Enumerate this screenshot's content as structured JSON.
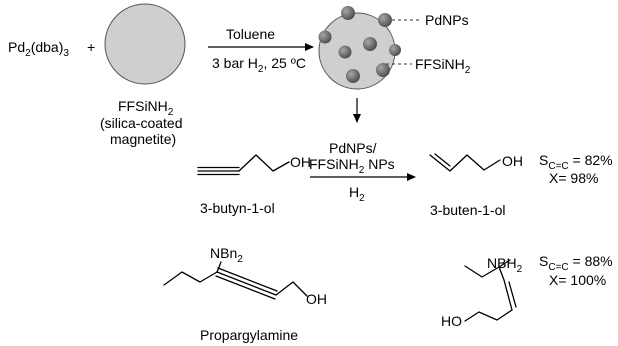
{
  "top_reaction": {
    "reagent_main": "Pd",
    "reagent_sub1": "2",
    "reagent_mid": "(dba)",
    "reagent_sub2": "3",
    "plus": "+",
    "support_line1_main": "FFSiNH",
    "support_line1_sub": "2",
    "support_line2": "(silica-coated",
    "support_line3": "magnetite)",
    "condition_solvent": "Toluene",
    "condition_gas_main": "3 bar H",
    "condition_gas_sub": "2",
    "condition_gas_tail": ", 25 ºC",
    "product_label_pdnps": "PdNPs",
    "product_label_ffsinh_main": "FFSiNH",
    "product_label_ffsinh_sub": "2"
  },
  "hydrogenation": {
    "catalyst_line1": "PdNPs/",
    "catalyst_line2_main": "FFSiNH",
    "catalyst_line2_sub": "2",
    "catalyst_line2_tail": " NPs",
    "gas_main": "H",
    "gas_sub": "2",
    "substrate_oh": "OH",
    "substrate_name": "3-butyn-1-ol",
    "product_oh": "OH",
    "product_name": "3-buten-1-ol",
    "selectivity_main": "S",
    "selectivity_sub": "C=C",
    "selectivity_value": " = 82%",
    "conversion": "X= 98%"
  },
  "propargylamine": {
    "substrate_amine": "NBn",
    "substrate_amine_sub": "2",
    "substrate_oh": "OH",
    "substrate_name": "Propargylamine",
    "product_amine": "NBH",
    "product_amine_sub": "2",
    "product_oh": "HO",
    "selectivity_main": "S",
    "selectivity_sub": "C=C",
    "selectivity_value": " = 88%",
    "conversion": "X= 100%"
  },
  "colors": {
    "support_sphere": "#cfcfcf",
    "pd_nanoparticle": "#6f6f6f"
  }
}
